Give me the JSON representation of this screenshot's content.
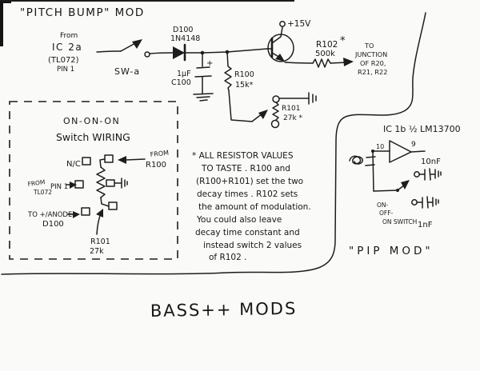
{
  "colors": {
    "ink": "#1d1d1d",
    "paper": "#fafaf8"
  },
  "header": {
    "title": "\"PITCH BUMP\" MOD"
  },
  "main_circuit": {
    "source": {
      "from": "From",
      "ic": "IC 2a",
      "chip": "(TL072)",
      "pin": "PIN 1"
    },
    "switch_label": "SW-a",
    "diode": {
      "ref": "D100",
      "part": "1N4148"
    },
    "cap": {
      "polarity": "+",
      "value": "1µF",
      "ref": "C100"
    },
    "r100": {
      "ref": "R100",
      "value": "15k*"
    },
    "r101": {
      "ref": "R101",
      "value": "27k *"
    },
    "supply": "+15V",
    "r102": {
      "ref": "R102",
      "star": "*",
      "value": "500k"
    },
    "dest": {
      "line1": "TO",
      "line2": "JUNCTION",
      "line3": "OF R20,",
      "line4": "R21, R22"
    }
  },
  "switch_box": {
    "title_line1": "ON-ON-ON",
    "title_line2": "Switch WIRING",
    "nc_label": "N/C",
    "from_r100": {
      "line1": "FROM",
      "line2": "R100"
    },
    "pin1": {
      "line1": "FROM",
      "line2": "TL072",
      "line3": "PIN 1"
    },
    "anode": {
      "line1": "TO +/ANODE",
      "line2": "D100"
    },
    "r101": {
      "ref": "R101",
      "value": "27k"
    }
  },
  "note": {
    "lines": [
      "* ALL RESISTOR VALUES",
      "TO TASTE .  R100 and",
      "(R100+R101) set the two",
      "decay times .  R102 sets",
      "the amount of modulation.",
      "You could also leave",
      "decay time constant  and",
      "instead switch 2 values",
      "of R102 ."
    ]
  },
  "pip_mod": {
    "ic_label": "IC 1b  ½ LM13700",
    "pin_in": "10",
    "pin_out": "9",
    "cap_10nf": "10nF",
    "cap_1nf": "1nF",
    "switch_label": {
      "line1": "ON-",
      "line2": "OFF-",
      "line3": "ON SWITCH"
    },
    "title": "\"PIP  MOD\""
  },
  "footer": {
    "title": "BASS++ MODS"
  }
}
